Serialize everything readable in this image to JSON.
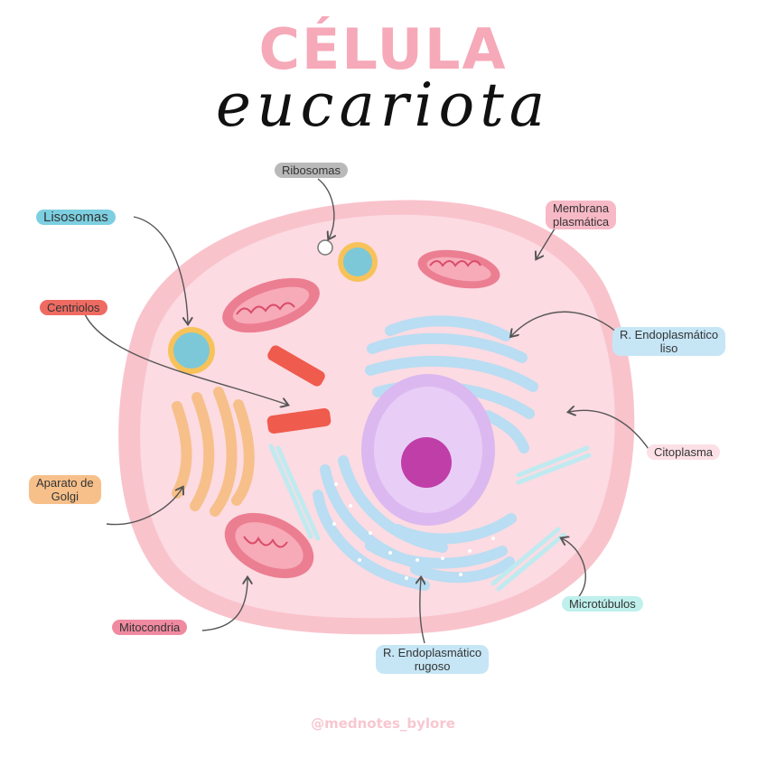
{
  "title": {
    "line1": "CÉLULA",
    "line2": "eucariota"
  },
  "labels": {
    "ribosomas": "Ribosomas",
    "lisosomas": "Lisosomas",
    "membrana_line1": "Membrana",
    "membrana_line2": "plasmática",
    "centriolos": "Centriolos",
    "rel_line1": "R. Endoplasmático",
    "rel_line2": "liso",
    "citoplasma": "Citoplasma",
    "golgi_line1": "Aparato de",
    "golgi_line2": "Golgi",
    "microtubulos": "Microtúbulos",
    "mitocondria": "Mitocondria",
    "rer_line1": "R. Endoplasmático",
    "rer_line2": "rugoso"
  },
  "credit": "@mednotes_bylore",
  "colors": {
    "title_pink": "#f6a9b8",
    "membrane": "#f9c3cc",
    "cytoplasm": "#fcdbe2",
    "nucleus": "#dcb8f0",
    "nucleolus": "#c03ea8",
    "er": "#b9ddf2",
    "golgi": "#f7c08a",
    "mitochondria": "#ec7e92",
    "lysosome": "#7cc8d8",
    "centriole": "#ef5b4c",
    "microtubule": "#bfeaf0",
    "label_blue": "#7ccfe0",
    "label_red": "#ef6b62",
    "label_pink": "#f7b9c6",
    "label_gray": "#b9b9b9",
    "label_orange": "#f7c08a",
    "label_cyan": "#bff0ec",
    "label_rose": "#f08aa0",
    "label_sky": "#c6e6f6"
  }
}
